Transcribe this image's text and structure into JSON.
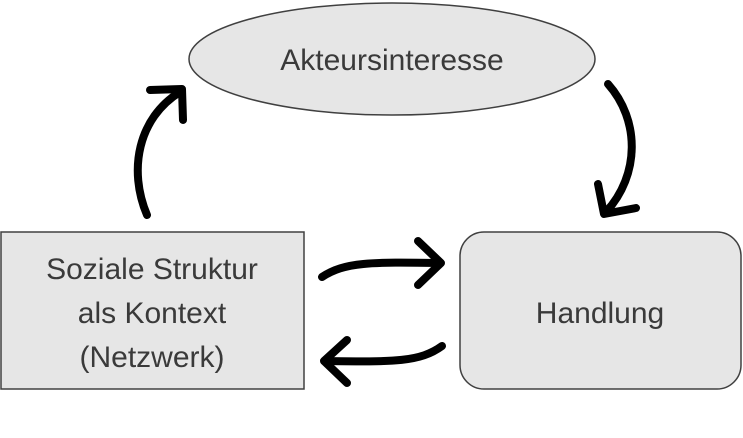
{
  "nodes": {
    "actor_interest": {
      "label": "Akteursinteresse"
    },
    "social_structure": {
      "line1": "Soziale Struktur",
      "line2": "als Kontext",
      "line3": "(Netzwerk)"
    },
    "action": {
      "label": "Handlung"
    }
  },
  "colors": {
    "node_fill": "#e6e6e6",
    "node_stroke": "#404040",
    "text": "#3a3a3a",
    "arrow": "#000000"
  }
}
